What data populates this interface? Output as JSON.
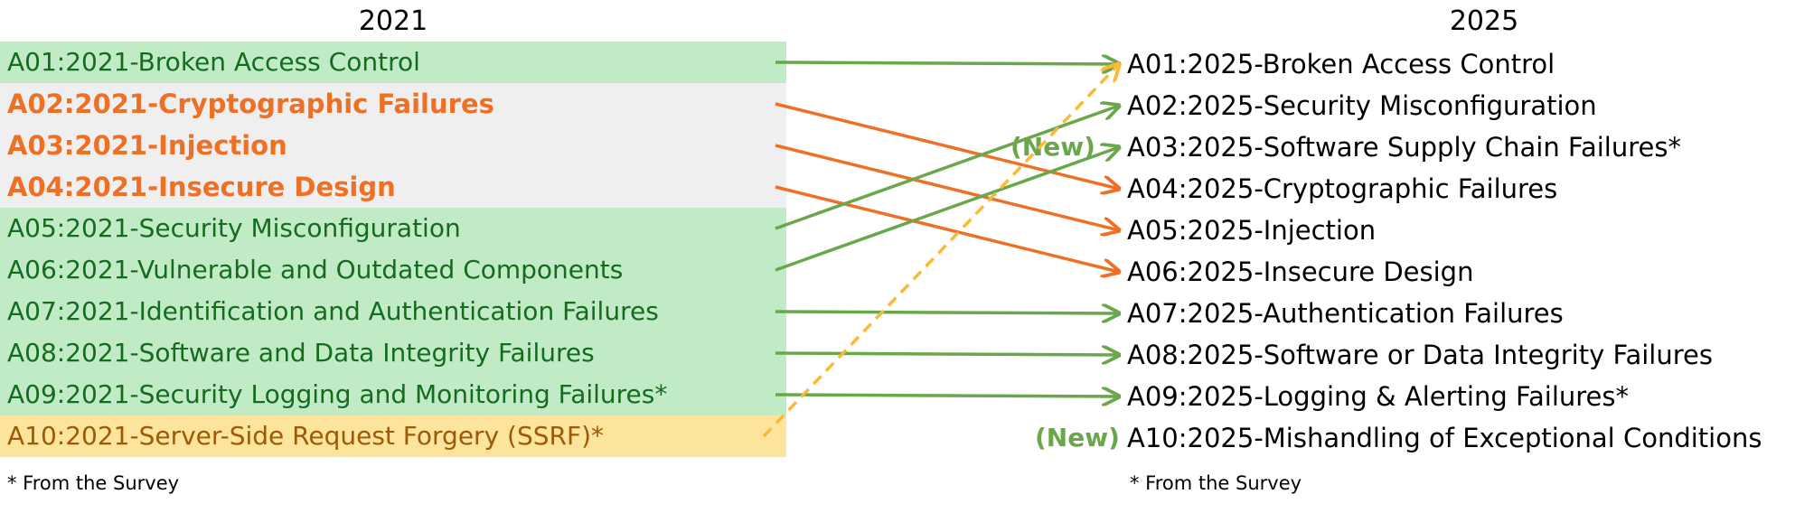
{
  "left_title": "2021",
  "right_title": "2025",
  "left_items": [
    {
      "label": "A01:2021-Broken Access Control",
      "style": "green"
    },
    {
      "label": "A02:2021-Cryptographic Failures",
      "style": "gray"
    },
    {
      "label": "A03:2021-Injection",
      "style": "gray"
    },
    {
      "label": "A04:2021-Insecure Design",
      "style": "gray"
    },
    {
      "label": "A05:2021-Security Misconfiguration",
      "style": "green"
    },
    {
      "label": "A06:2021-Vulnerable and Outdated Components",
      "style": "green"
    },
    {
      "label": "A07:2021-Identification and Authentication Failures",
      "style": "green"
    },
    {
      "label": "A08:2021-Software and Data Integrity Failures",
      "style": "green"
    },
    {
      "label": "A09:2021-Security Logging and Monitoring Failures*",
      "style": "green"
    },
    {
      "label": "A10:2021-Server-Side Request Forgery (SSRF)*",
      "style": "yellow"
    }
  ],
  "right_items": [
    {
      "label": "A01:2025-Broken Access Control"
    },
    {
      "label": "A02:2025-Security Misconfiguration"
    },
    {
      "label": "A03:2025-Software Supply Chain Failures*"
    },
    {
      "label": "A04:2025-Cryptographic Failures"
    },
    {
      "label": "A05:2025-Injection"
    },
    {
      "label": "A06:2025-Insecure Design"
    },
    {
      "label": "A07:2025-Authentication Failures"
    },
    {
      "label": "A08:2025-Software or Data Integrity Failures"
    },
    {
      "label": "A09:2025-Logging & Alerting Failures*"
    },
    {
      "label": "A10:2025-Mishandling of Exceptional Conditions"
    }
  ],
  "new_tags": {
    "a03": "(New)",
    "a10": "(New)"
  },
  "footnote_left": "* From the Survey",
  "footnote_right": "* From the Survey",
  "mappings": [
    {
      "from": 0,
      "to": 0,
      "color": "#6aa74b",
      "style": "solid"
    },
    {
      "from": 1,
      "to": 3,
      "color": "#ed7025",
      "style": "solid"
    },
    {
      "from": 2,
      "to": 4,
      "color": "#ed7025",
      "style": "solid"
    },
    {
      "from": 3,
      "to": 5,
      "color": "#ed7025",
      "style": "solid"
    },
    {
      "from": 4,
      "to": 1,
      "color": "#6aa74b",
      "style": "solid"
    },
    {
      "from": 5,
      "to": 2,
      "color": "#6aa74b",
      "style": "solid"
    },
    {
      "from": 6,
      "to": 6,
      "color": "#6aa74b",
      "style": "solid"
    },
    {
      "from": 7,
      "to": 7,
      "color": "#6aa74b",
      "style": "solid"
    },
    {
      "from": 8,
      "to": 8,
      "color": "#6aa74b",
      "style": "solid"
    },
    {
      "from": 9,
      "to": 0,
      "color": "#fbb935",
      "style": "dashed"
    }
  ],
  "colors": {
    "green_bg": "#c1ebc7",
    "green_text": "#156b1e",
    "gray_bg": "#efefef",
    "orange_text": "#ed7025",
    "yellow_bg": "#fde49c",
    "yellow_text": "#9c5a07",
    "new_green": "#6aa74b"
  }
}
